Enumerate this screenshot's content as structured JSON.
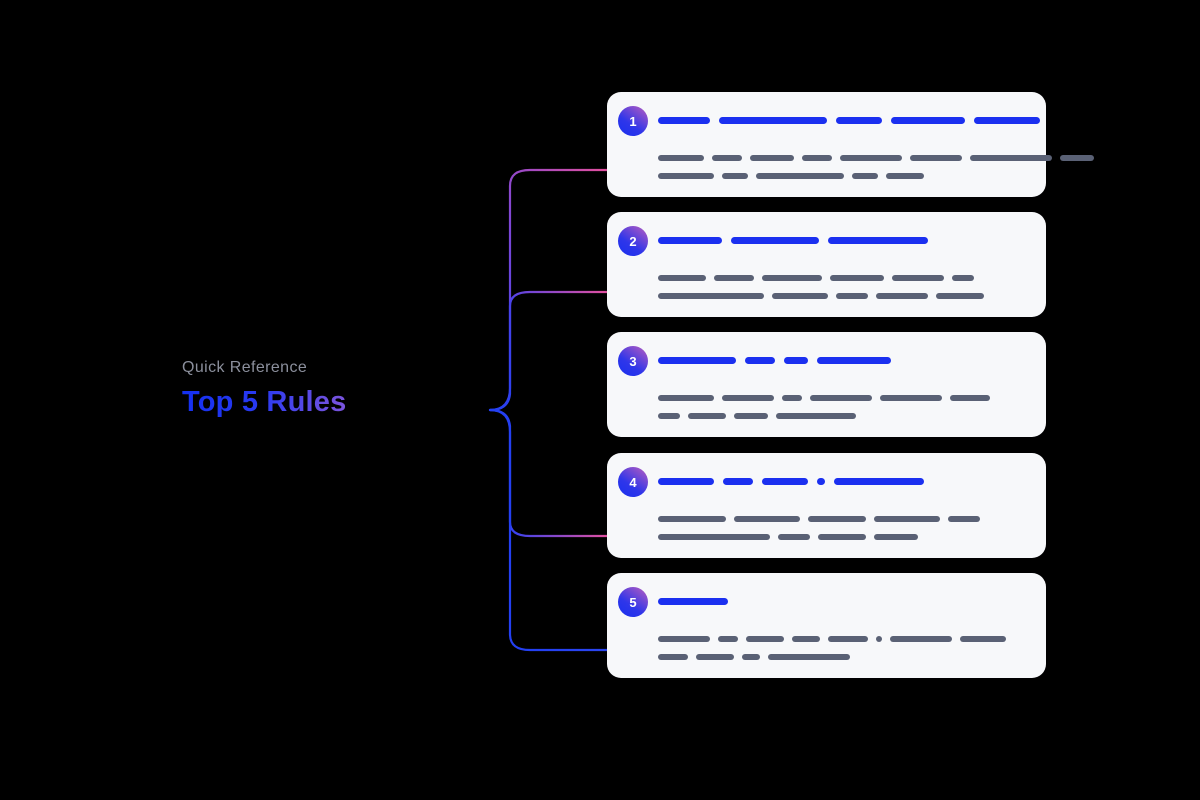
{
  "root": {
    "eyebrow": "Quick Reference",
    "title": "Top 5 Rules",
    "eyebrow_color": "#8b8f9c",
    "title_gradient_from": "#1430f0",
    "title_gradient_to": "#a061d8"
  },
  "theme": {
    "background": "#000000",
    "card_background": "#f7f8fa",
    "accent_blue": "#1b30f0",
    "body_gray": "#5a6175",
    "badge_gradient_from": "#1a30ee",
    "badge_gradient_to": "#bb5fc0",
    "connector_blue": "#2440f2",
    "connector_pink": "#e3509f"
  },
  "cards": [
    {
      "number": "1",
      "badge_label": "1",
      "title_bars": [
        52,
        108,
        46,
        74,
        66
      ],
      "body_lines": [
        [
          46,
          30,
          44,
          30,
          62,
          52,
          82,
          34
        ],
        [
          56,
          26,
          88,
          26,
          38
        ]
      ]
    },
    {
      "number": "2",
      "badge_label": "2",
      "title_bars": [
        64,
        88,
        100
      ],
      "body_lines": [
        [
          48,
          40,
          60,
          54,
          52,
          22
        ],
        [
          106,
          56,
          32,
          52,
          48
        ]
      ]
    },
    {
      "number": "3",
      "badge_label": "3",
      "title_bars": [
        78,
        30,
        24,
        74
      ],
      "body_lines": [
        [
          56,
          52,
          20,
          62,
          62,
          40
        ],
        [
          22,
          38,
          34,
          80
        ]
      ]
    },
    {
      "number": "4",
      "badge_label": "4",
      "title_bars": [
        56,
        30,
        46,
        8,
        90
      ],
      "body_lines": [
        [
          68,
          66,
          58,
          66,
          32
        ],
        [
          112,
          32,
          48,
          44
        ]
      ]
    },
    {
      "number": "5",
      "badge_label": "5",
      "title_bars": [
        70
      ],
      "body_lines": [
        [
          52,
          20,
          38,
          28,
          40,
          6,
          62,
          46
        ],
        [
          30,
          38,
          18,
          82
        ]
      ]
    }
  ]
}
